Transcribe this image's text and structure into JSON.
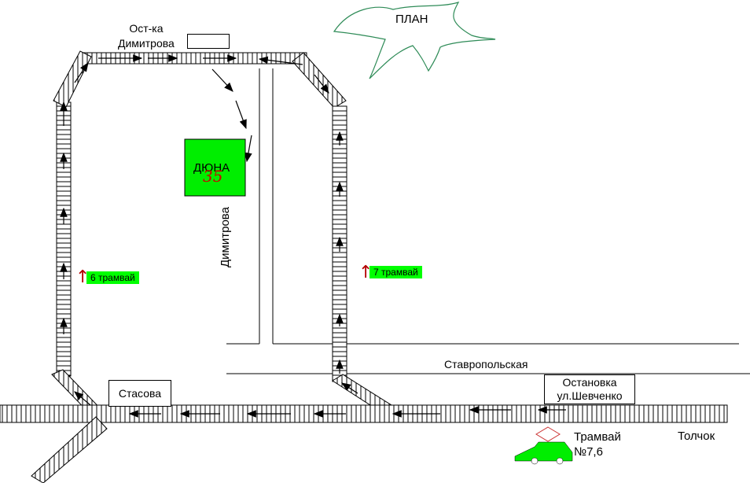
{
  "plan_label": "ПЛАН",
  "stop_dimitrova": "Ост-ка\nДимитрова",
  "duna": {
    "label": "ДЮНА",
    "number": "35",
    "color": "#00ee00"
  },
  "street_dimitrova": "Димитрова",
  "street_stavropolskaya": "Ставропольская",
  "stop_stasova": "Стасова",
  "stop_shevchenko": "Остановка\nул.Шевченко",
  "tram6_label": "6 трамвай",
  "tram7_label": "7 трамвай",
  "tram_stop_label": "Трамвай\n№7,6",
  "tolchok_label": "Толчок",
  "colors": {
    "green": "#00ff00",
    "track": "#000000",
    "arrow_red": "#b30000",
    "star": "#2e8b57",
    "diamond": "#cc3333"
  }
}
